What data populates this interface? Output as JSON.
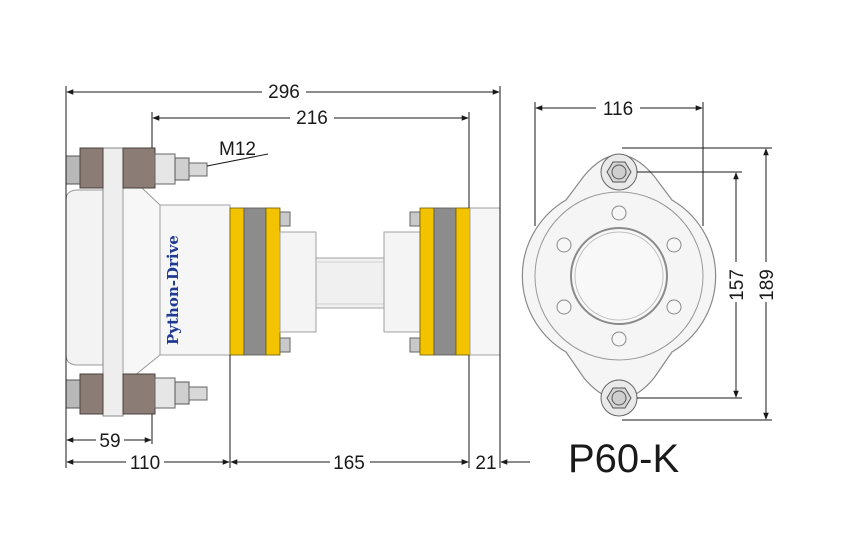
{
  "model": "P60-K",
  "brand": "Python-Drive",
  "thread": "M12",
  "dimensions": {
    "overall_length": "296",
    "shaft_span": "216",
    "flange_width": "116",
    "bolt_spacing": "157",
    "flange_height": "189",
    "bolt_offset": "59",
    "base_length": "110",
    "middle_length": "165",
    "end_length": "21"
  },
  "colors": {
    "band_yellow": "#f4c300",
    "band_gray": "#8c8c8c",
    "body": "#f3f3f3",
    "bolt_brown": "#8b7d75",
    "text_blue": "#1f3a93"
  }
}
